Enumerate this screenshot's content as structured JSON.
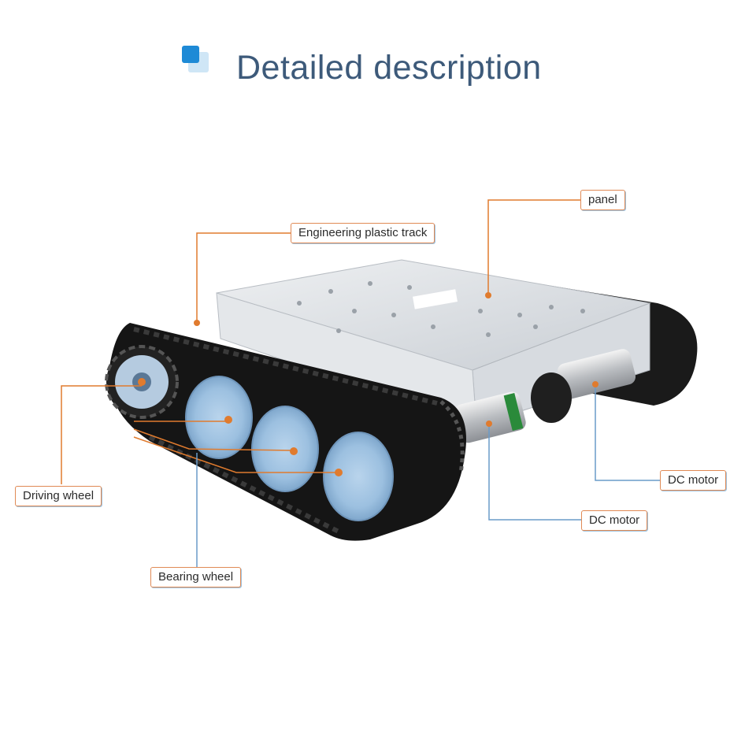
{
  "header": {
    "title": "Detailed description",
    "icon": "square-badge-icon"
  },
  "labels": {
    "panel": "panel",
    "track": "Engineering plastic track",
    "driving_wheel": "Driving wheel",
    "bearing_wheel": "Bearing wheel",
    "dc_motor_right": "DC motor",
    "dc_motor_center": "DC motor"
  },
  "colors": {
    "leader_orange": "#e07b2e",
    "leader_blue": "#6a9bc9",
    "title": "#3d5a7a",
    "accent": "#1e8ad6"
  }
}
